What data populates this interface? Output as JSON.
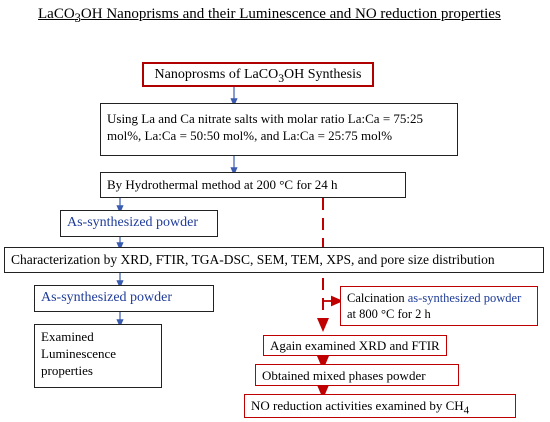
{
  "title": {
    "pre": "LaCO",
    "sub": "3",
    "post": "OH Nanoprisms and their Luminescence and NO reduction properties"
  },
  "nodes": {
    "synthesis": {
      "pre": "Nanoprosms of LaCO",
      "sub": "3",
      "post": "OH Synthesis"
    },
    "salts": "Using La and Ca nitrate salts with molar ratio La:Ca = 75:25 mol%, La:Ca = 50:50 mol%, and La:Ca = 25:75 mol%",
    "hydrothermal": "By Hydrothermal method at 200 °C for 24 h",
    "powder1": "As-synthesized powder",
    "characterization": "Characterization by XRD, FTIR, TGA-DSC, SEM, TEM, XPS, and pore size distribution",
    "powder2": "As-synthesized powder",
    "luminescence": "Examined Luminescence properties",
    "calcination": {
      "pre": "Calcination",
      "blue": "as-synthesized powder",
      "post": "at 800 °C for 2 h"
    },
    "xrd_ftir": "Again examined XRD and FTIR",
    "mixed": "Obtained mixed phases powder",
    "no_reduction": {
      "pre": "NO reduction activities examined by CH",
      "sub": "4"
    }
  },
  "colors": {
    "accent_red": "#c00000",
    "text_blue": "#1f3c99",
    "arrow_blue": "#3a5cb0"
  }
}
